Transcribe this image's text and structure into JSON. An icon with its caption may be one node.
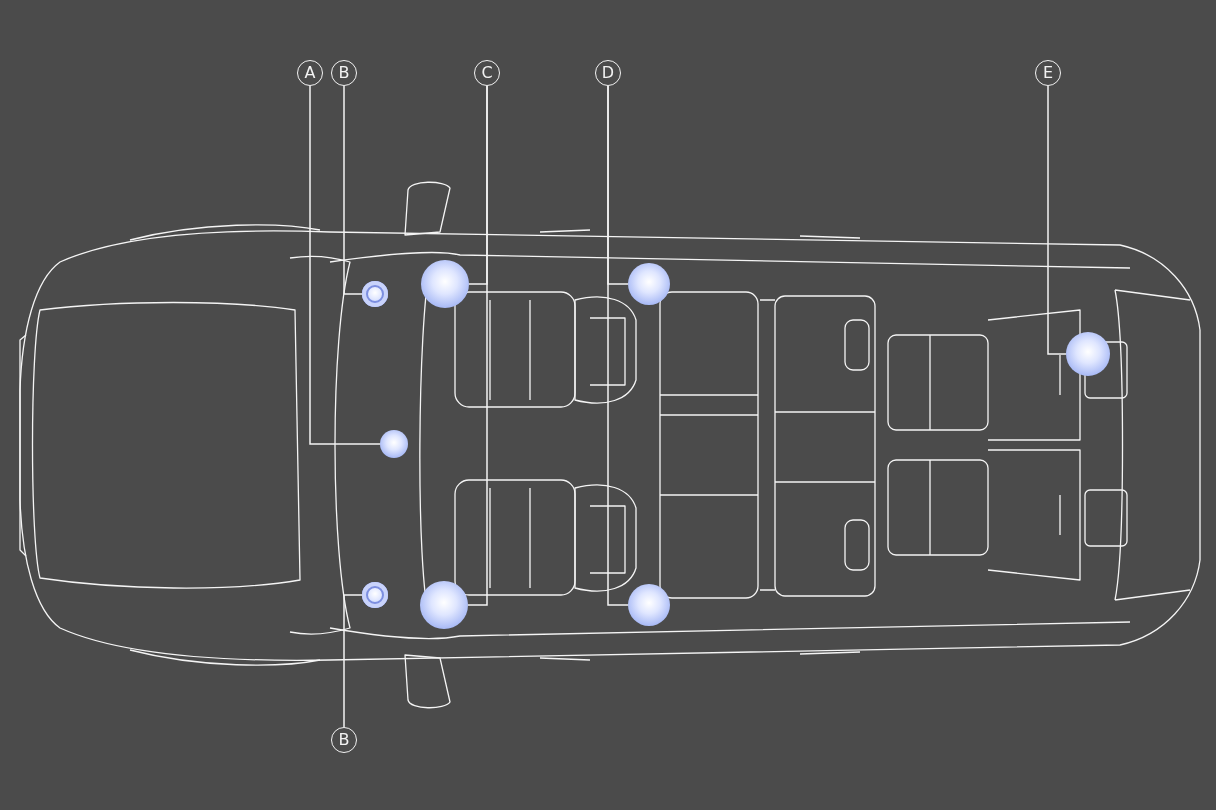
{
  "diagram": {
    "nodes": [
      {
        "text": [
          "A"
        ]
      },
      {
        "text": [
          "B"
        ]
      },
      {
        "text": [
          "C"
        ]
      },
      {
        "text": [
          "D"
        ]
      },
      {
        "text": [
          "E"
        ]
      },
      {
        "text": [],
        "shape": "circle"
      },
      {
        "text": [],
        "shape": "circle"
      },
      {
        "text": [],
        "shape": "circle"
      },
      {
        "text": [],
        "shape": "circle"
      },
      {
        "text": [],
        "shape": "circle"
      },
      {
        "text": [],
        "shape": "circle"
      },
      {
        "text": [],
        "shape": "circle"
      },
      {
        "text": [],
        "shape": "circle"
      },
      {
        "text": [
          "B"
        ]
      }
    ],
    "edges": [
      {
        "from": 0,
        "to": 9,
        "arrow": "none"
      },
      {
        "from": 1,
        "to": 5,
        "arrow": "none"
      },
      {
        "from": 2,
        "to": 6,
        "arrow": "none"
      },
      {
        "from": 2,
        "to": 11,
        "arrow": "none"
      },
      {
        "from": 3,
        "to": 7,
        "arrow": "none"
      },
      {
        "from": 3,
        "to": 12,
        "arrow": "none"
      },
      {
        "from": 4,
        "to": 8,
        "arrow": "none"
      },
      {
        "from": 13,
        "to": 10,
        "arrow": "none"
      }
    ]
  }
}
